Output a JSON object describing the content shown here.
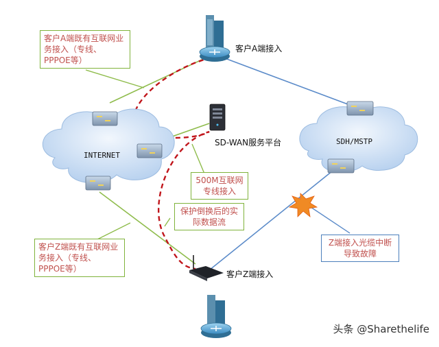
{
  "nodes": {
    "customer_a": "客户A端接入",
    "customer_z": "客户Z端接入",
    "internet": "INTERNET",
    "sdh": "SDH/MSTP",
    "sdwan": "SD-WAN服务平台"
  },
  "callouts": {
    "a_existing": "客户A端既有互联网业务接入（专线、PPPOE等）",
    "z_existing": "客户Z端既有互联网业务接入（专线、PPPOE等）",
    "bw_500m": "500M互联网专线接入",
    "protect": "保护倒换后的实际数据流",
    "fault": "Z端接入光缆中断导致故障"
  },
  "watermark": "头条 @Sharethelife",
  "colors": {
    "line_green": "#8fbc4c",
    "line_blue": "#5b8bc9",
    "dashed_red": "#c0151b",
    "cloud": "#c7dcf3",
    "callout_text": "#c0504d"
  }
}
